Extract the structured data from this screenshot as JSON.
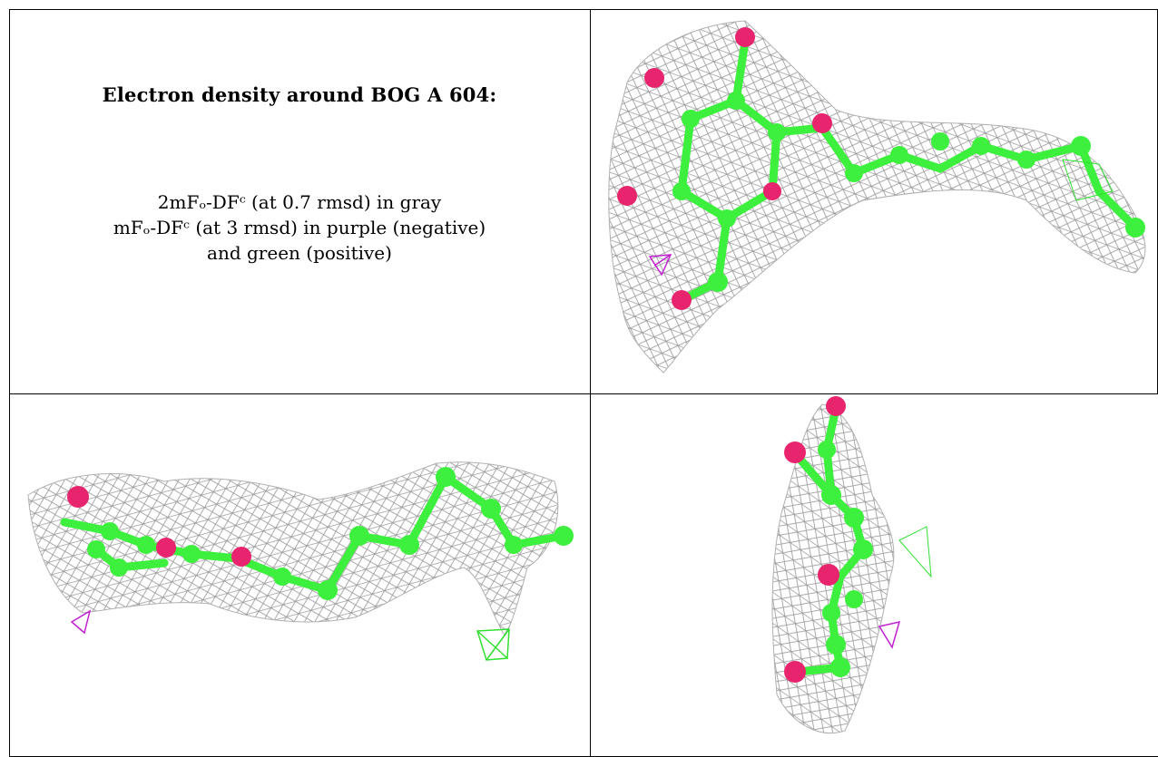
{
  "title": "Electron density around BOG A 604:",
  "description": {
    "line1": "2mFₒ-DFᶜ (at 0.7 rmsd) in gray",
    "line2": "mFₒ-DFᶜ (at 3 rmsd) in purple (negative)",
    "line3": "and green (positive)"
  },
  "colors": {
    "mesh": "#9a9a9a",
    "carbon": "#3df03d",
    "oxygen": "#e8246e",
    "negative": "#c020d0",
    "positive": "#30e030"
  }
}
